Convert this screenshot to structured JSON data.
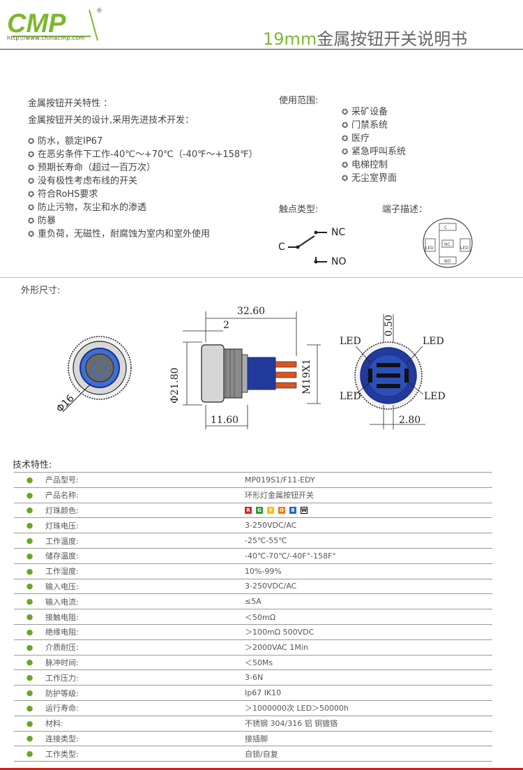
{
  "header": {
    "logo_text": "CMP",
    "logo_registered": "®",
    "website": "http://www.chinacmp.com",
    "title_size": "19mm",
    "title_rest": "金属按钮开关说明书"
  },
  "features": {
    "heading": "金属按钮开关特性 ：",
    "intro": "金属按钮开关的设计,采用先进技术开发：",
    "items": [
      "防水，额定IP67",
      "在恶劣条件下工作-40℃～+70℃（-40℉～+158℉）",
      "预期长寿命（超过一百万次）",
      "没有极性考虑布线的开关",
      "符合RoHS要求",
      "防止污物，灰尘和水的渗透",
      "防暴",
      "重负荷，无磁性，耐腐蚀为室内和室外使用"
    ]
  },
  "applications": {
    "heading": "使用范围:",
    "items": [
      "采矿设备",
      "门禁系统",
      "医疗",
      "紧急呼叫系统",
      "电梯控制",
      "无尘室界面"
    ]
  },
  "contact": {
    "heading": "触点类型:",
    "c": "C",
    "nc": "NC",
    "no": "NO"
  },
  "terminal": {
    "heading": "端子描述：",
    "c": "C",
    "nc": "NC",
    "no": "NO",
    "led": "LED"
  },
  "dimensions": {
    "heading": "外形尺寸:",
    "diameter_front": "Φ16",
    "length_total": "32.60",
    "offset": "2",
    "body_diameter": "Φ21.80",
    "thread": "M19X1",
    "bezel_length": "11.60",
    "led_label": "LED",
    "pin_gap": "0.50",
    "pin_width": "2.80"
  },
  "specs": {
    "heading": "技术特性:",
    "bullet": "●",
    "rows": [
      {
        "label": "产品型号:",
        "value": "MP019S1/F11-EDY"
      },
      {
        "label": "产品名称:",
        "value": "环形灯金属按钮开关"
      },
      {
        "label": "灯珠颜色:",
        "value": ""
      },
      {
        "label": "灯珠电压:",
        "value": "3-250VDC/AC"
      },
      {
        "label": "工作温度:",
        "value": "-25℃-55℃"
      },
      {
        "label": "储存温度:",
        "value": "-40℃-70℃/-40F°-158F°"
      },
      {
        "label": "工作湿度:",
        "value": "10%-99%"
      },
      {
        "label": "输入电压:",
        "value": "3-250VDC/AC"
      },
      {
        "label": "输入电流:",
        "value": "≤5A"
      },
      {
        "label": "接触电阻:",
        "value": "＜50mΩ"
      },
      {
        "label": "绝缘电阻:",
        "value": "＞100mΩ  500VDC"
      },
      {
        "label": "介质耐压:",
        "value": "＞2000VAC  1Min"
      },
      {
        "label": "脉冲时间:",
        "value": "＜50Ms"
      },
      {
        "label": "工作压力:",
        "value": "3-6N"
      },
      {
        "label": "防护等级:",
        "value": "Ip67 IK10"
      },
      {
        "label": "运行寿命:",
        "value": "＞1000000次  LED＞50000h"
      },
      {
        "label": "材料:",
        "value": "不锈钢 304/316  铝  铜镀铬"
      },
      {
        "label": "连接类型:",
        "value": "接插脚"
      },
      {
        "label": "工作类型:",
        "value": "自锁/自复"
      }
    ],
    "led_colors": [
      {
        "code": "R",
        "color": "#e02020"
      },
      {
        "code": "G",
        "color": "#2f9e2f"
      },
      {
        "code": "Y",
        "color": "#f2c200"
      },
      {
        "code": "O",
        "color": "#f07a10"
      },
      {
        "code": "B",
        "color": "#2266cc"
      },
      {
        "code": "W",
        "color": "#ffffff"
      }
    ]
  },
  "colors": {
    "brand_green": "#7cb82f",
    "footer_red": "#c9211e",
    "drawing_blue": "#1a2f8a"
  }
}
